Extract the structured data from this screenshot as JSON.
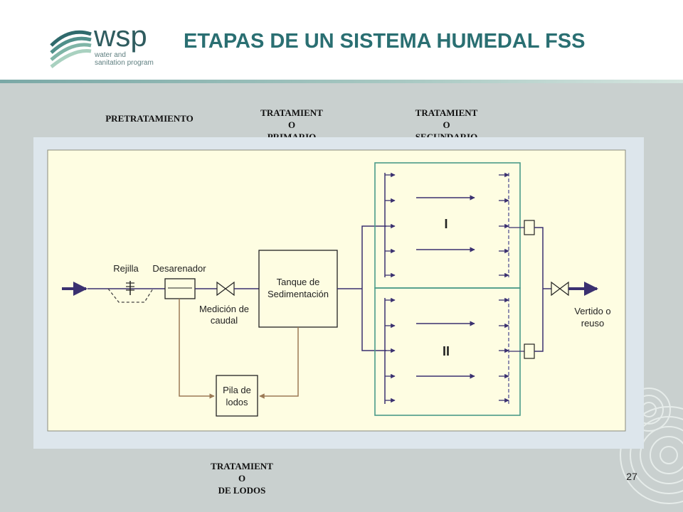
{
  "slide": {
    "title": "ETAPAS DE UN SISTEMA HUMEDAL FSS",
    "page_number": "27"
  },
  "logo": {
    "name": "wsp",
    "subtitle_line1": "water and",
    "subtitle_line2": "sanitation program"
  },
  "stages": {
    "pretreatment": [
      "PRETRATAMIENTO"
    ],
    "primary": [
      "TRATAMIENT",
      "O",
      "PRIMARIO"
    ],
    "secondary": [
      "TRATAMIENT",
      "O",
      "SECUNDARIO"
    ],
    "sludge": [
      "TRATAMIENT",
      "O",
      "DE LODOS"
    ]
  },
  "diagram": {
    "rejilla": "Rejilla",
    "desarenador": "Desarenador",
    "medicion": [
      "Medición de",
      "caudal"
    ],
    "tanque": [
      "Tanque de",
      "Sedimentación"
    ],
    "pila": [
      "Pila de",
      "lodos"
    ],
    "wetland_1": "I",
    "wetland_2": "II",
    "vertido": [
      "Vertido o",
      "reuso"
    ]
  },
  "colors": {
    "title": "#2a6f72",
    "diagram_bg": "#fefde2",
    "diagram_frame": "#dde6ec",
    "flow": "#3a3070",
    "sludge_line": "#9b7a55",
    "wetland_border": "#4a9a88"
  }
}
